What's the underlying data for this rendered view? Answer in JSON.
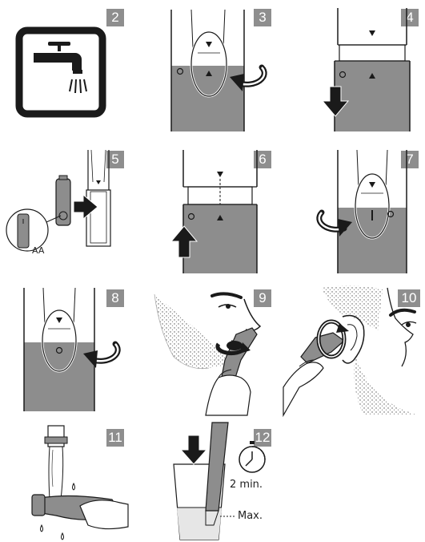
{
  "steps": [
    {
      "number": "2"
    },
    {
      "number": "3"
    },
    {
      "number": "4"
    },
    {
      "number": "5"
    },
    {
      "number": "6"
    },
    {
      "number": "7"
    },
    {
      "number": "8"
    },
    {
      "number": "9"
    },
    {
      "number": "10"
    },
    {
      "number": "11"
    },
    {
      "number": "12"
    }
  ],
  "labels": {
    "battery": "AA",
    "duration": "2 min.",
    "max": "Max."
  },
  "colors": {
    "body_gray": "#8d8d8d",
    "badge_gray": "#8e8e8e",
    "ink": "#1a1a1a"
  },
  "icons": [
    "tap-icon",
    "rotate-arrow-icon",
    "down-arrow-icon",
    "up-arrow-icon",
    "right-arrow-icon",
    "stopwatch-icon",
    "battery-icon"
  ]
}
